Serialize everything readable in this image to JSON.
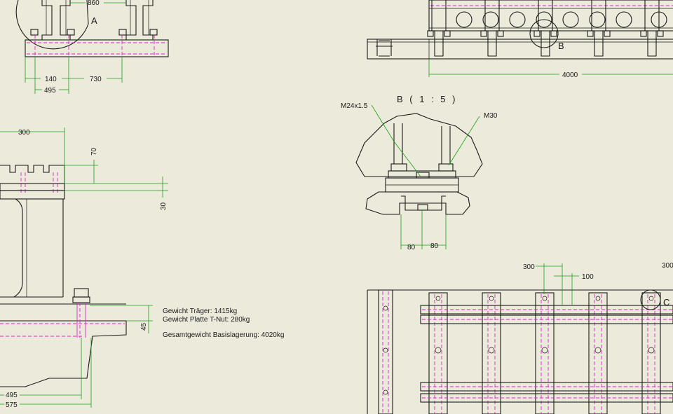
{
  "detail_a_label": "A",
  "detail_b_marker": "B",
  "detail_c_marker": "C",
  "detail_b_title": "B ( 1 : 5 )",
  "dims": {
    "d860": "860",
    "d140": "140",
    "d730": "730",
    "d495_top": "495",
    "d4000": "4000",
    "d300_left": "300",
    "d70": "70",
    "d30": "30",
    "d45": "45",
    "d495_bot": "495",
    "d575": "575",
    "d80_a": "80",
    "d80_b": "80",
    "d300_plan": "300",
    "d100_plan": "100",
    "d300_edge": "300"
  },
  "callouts": {
    "m24": "M24x1.5",
    "m30": "M30"
  },
  "notes": {
    "line1": "Gewicht Träger: 1415kg",
    "line2": "Gewicht Platte T-Nut: 280kg",
    "line3": "Gesamtgewicht Basislagerung: 4020kg"
  },
  "colors": {
    "background": "#eceadb",
    "geometry": "#1a1a1a",
    "dimension": "#18a018",
    "hidden": "#d828c8"
  }
}
